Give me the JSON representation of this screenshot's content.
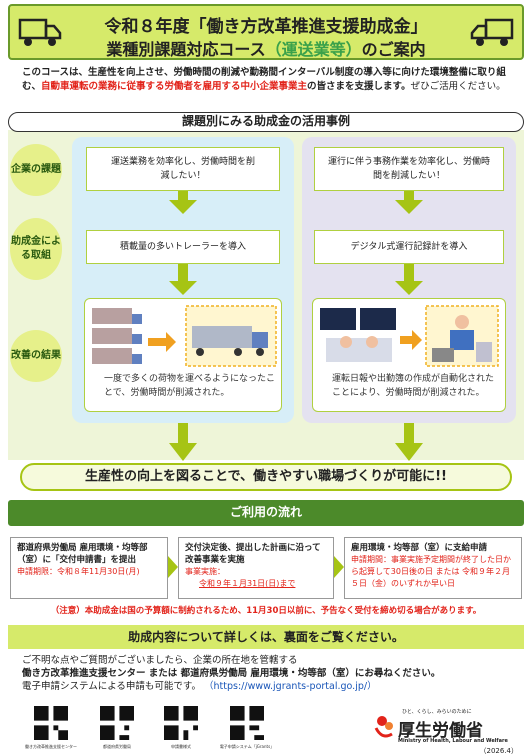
{
  "header": {
    "title_line1": "令和８年度「働き方改革推進支援助成金」",
    "title_line2_pre": "業種別課題対応コース",
    "title_line2_highlight": "（運送業等）",
    "title_line2_post": "のご案内"
  },
  "intro": {
    "part1": "このコースは、生産性を向上させ、労働時間の削減や勤務間インターバル制度の導入等に向けた環境整備に取り組む、",
    "part2_red": "自動車運転の業務に従事する労働者を雇用する中小企業事業主",
    "part3": "の皆さまを支援します。",
    "part4": "ぜひご活用ください。"
  },
  "examples_section": {
    "title": "課題別にみる助成金の活用事例",
    "labels": [
      "企業の課題",
      "助成金による取組",
      "改善の結果"
    ],
    "left": {
      "issue": "運送業務を効率化し、労働時間を削減したい！",
      "action": "積載量の多いトレーラーを導入",
      "result": "一度で多くの荷物を運べるようになったことで、労働時間が削減された。"
    },
    "right": {
      "issue": "運行に伴う事務作業を効率化し、労働時間を削減したい！",
      "action": "デジタル式運行記録計を導入",
      "result": "運転日報や出勤簿の作成が自動化されたことにより、労働時間が削減された。"
    },
    "goal": "生産性の向上を図ることで、働きやすい職場づくりが可能に!!"
  },
  "flow": {
    "title": "ご利用の流れ",
    "step1_title": "都道府県労働局 雇用環境・均等部（室）に「交付申請書」を提出",
    "step1_deadline": "申請期限：令和８年11月30日(月)",
    "step2_title": "交付決定後、提出した計画に沿って改善事業を実施",
    "step2_label": "事業実施：",
    "step2_deadline": "令和９年１月31日(日)まで",
    "step3_title": "雇用環境・均等部（室）に支給申請",
    "step3_text": "申請期間：事業実施予定期間が終了した日から起算して30日後の日 または 令和９年２月５日（金）のいずれか早い日",
    "note": "（注意）本助成金は国の予算額に制約されるため、11月30日以前に、予告なく受付を締め切る場合があります。"
  },
  "contact": {
    "title": "助成内容について詳しくは、裏面をご覧ください。",
    "line1": "ご不明な点やご質問がございましたら、企業の所在地を管轄する",
    "line2": "働き方改革推進支援センター または 都道府県労働局 雇用環境・均等部（室）にお尋ねください。",
    "line3": "電子申請システムによる申請も可能です。",
    "url": "（https://www.jgrants-portal.go.jp/）",
    "qr_labels": [
      "働き方改革推進支援センター",
      "都道府県労働局",
      "申請書様式",
      "電子申請システム「jGrants」"
    ]
  },
  "footer": {
    "tagline": "ひと、くらし、みらいのために",
    "ministry_jp": "厚生労働省",
    "ministry_en": "Ministry of Health, Labour and Welfare",
    "date": "（2026.4）"
  },
  "colors": {
    "accent_green": "#a6c414",
    "header_bg": "#d6ea6a",
    "red": "#e2231a",
    "dark_green": "#4c8a2a"
  }
}
